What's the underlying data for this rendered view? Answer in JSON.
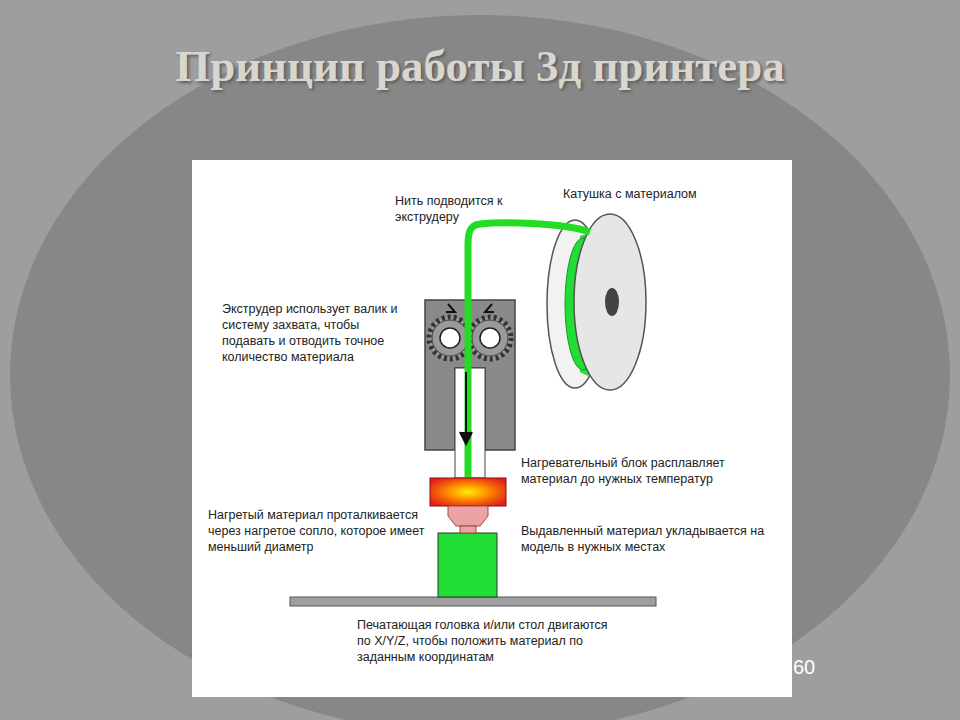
{
  "diagram": {
    "title": "Принцип работы 3д принтера",
    "labels": [
      "Нить подводится к экструдеру",
      "Катушка с материалом",
      "Экструдер использует валик и систему захвата, чтобы подавать и отводить точное количество материала",
      "Нагревательный блок расплавляет материал до нужных температур",
      "Нагретый материал проталкивается через нагретое сопло, которое имеет меньший диаметр",
      "Выдавленный материал укладывается на модель в нужных местах",
      "Печатающая головка и/или стол двигаются по X/Y/Z, чтобы положить материал по заданным координатам",
      "60"
    ]
  }
}
